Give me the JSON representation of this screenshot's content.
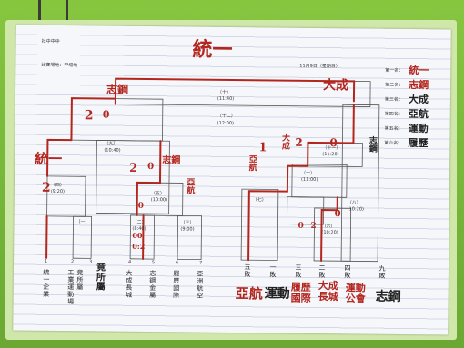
{
  "header": {
    "title_left": "社中中中",
    "venue": "比賽場地：甲場地",
    "date": "11月9日（星期日）"
  },
  "results": {
    "rank_labels": [
      "第一名：",
      "第二名：",
      "第三名：",
      "第四名：",
      "第五名：",
      "第六名："
    ],
    "rank_values": [
      "統一",
      "志鋼",
      "大成",
      "亞航",
      "運動",
      "履歷"
    ]
  },
  "final_label": "統一",
  "left_bracket": {
    "match_10": {
      "no": "（十）",
      "time": "(11:40)"
    },
    "match_12": {
      "no": "（十二）",
      "time": "(12:00)"
    },
    "match_9": {
      "no": "（九）",
      "time": "(10:40)"
    },
    "match_4": {
      "no": "（四）",
      "time": "(9:20)"
    },
    "match_5": {
      "no": "（五）",
      "time": "(10:00)"
    },
    "match_1": {
      "no": "（一）"
    },
    "match_2": {
      "no": "（二）",
      "time": "(8:40)"
    },
    "match_3": {
      "no": "（三）",
      "time": "(9:00)"
    },
    "slots": [
      {
        "num": "1",
        "team": "統一企業"
      },
      {
        "num": "2",
        "team": "工業運動場"
      },
      {
        "num": "3",
        "team": "竟所屬"
      },
      {
        "num": "4",
        "team": "大成長城"
      },
      {
        "num": "5",
        "team": "志鋼金屬"
      },
      {
        "num": "6",
        "team": "履歷國際"
      },
      {
        "num": "7",
        "team": "亞洲航空"
      }
    ]
  },
  "right_bracket": {
    "match_11": {
      "no": "（十一）",
      "time": "(11:20)"
    },
    "match_10": {
      "no": "（十）",
      "time": "(11:00)"
    },
    "match_7": {
      "no": "（七）"
    },
    "match_6": {
      "no": "（六）",
      "time": "(10:20)"
    },
    "match_8": {
      "no": "（八）",
      "time": "(10:20)"
    },
    "slots": [
      {
        "label": "五敗"
      },
      {
        "label": "一敗"
      },
      {
        "label": "三敗"
      },
      {
        "label": "二敗"
      },
      {
        "label": "四敗"
      },
      {
        "label": "九敗"
      }
    ]
  },
  "handwriting": {
    "winner_top": "統一",
    "final_score_left": "2",
    "final_score_right": "0",
    "s9_left": "2",
    "s9_right": "0",
    "s4_score": "2",
    "s4_team": "統一",
    "s5_score": "0",
    "s5_team": "亞航",
    "s_zhigang_top": "志鋼",
    "s_zhigang_mid": "志鋼",
    "score_00": "00",
    "score_02": "0:2",
    "team_dacheng": "大成",
    "team_yahang_r": "亞航",
    "team_dacheng_r": "大成",
    "team_zhigang_r": "志鋼",
    "r11_left": "2",
    "r11_right": "0",
    "r10_score": "1",
    "r6_score": "0",
    "r6_score2": "2",
    "r8_score": "0",
    "r_yahang": "亞航",
    "r_yundong_black": "運動",
    "r_lvli": "履歷國際",
    "r_dacheng_long": "大成長城",
    "r_yundong": "運動公會",
    "r_zhigang": "志鋼",
    "left_black_team": "竟所屬"
  }
}
